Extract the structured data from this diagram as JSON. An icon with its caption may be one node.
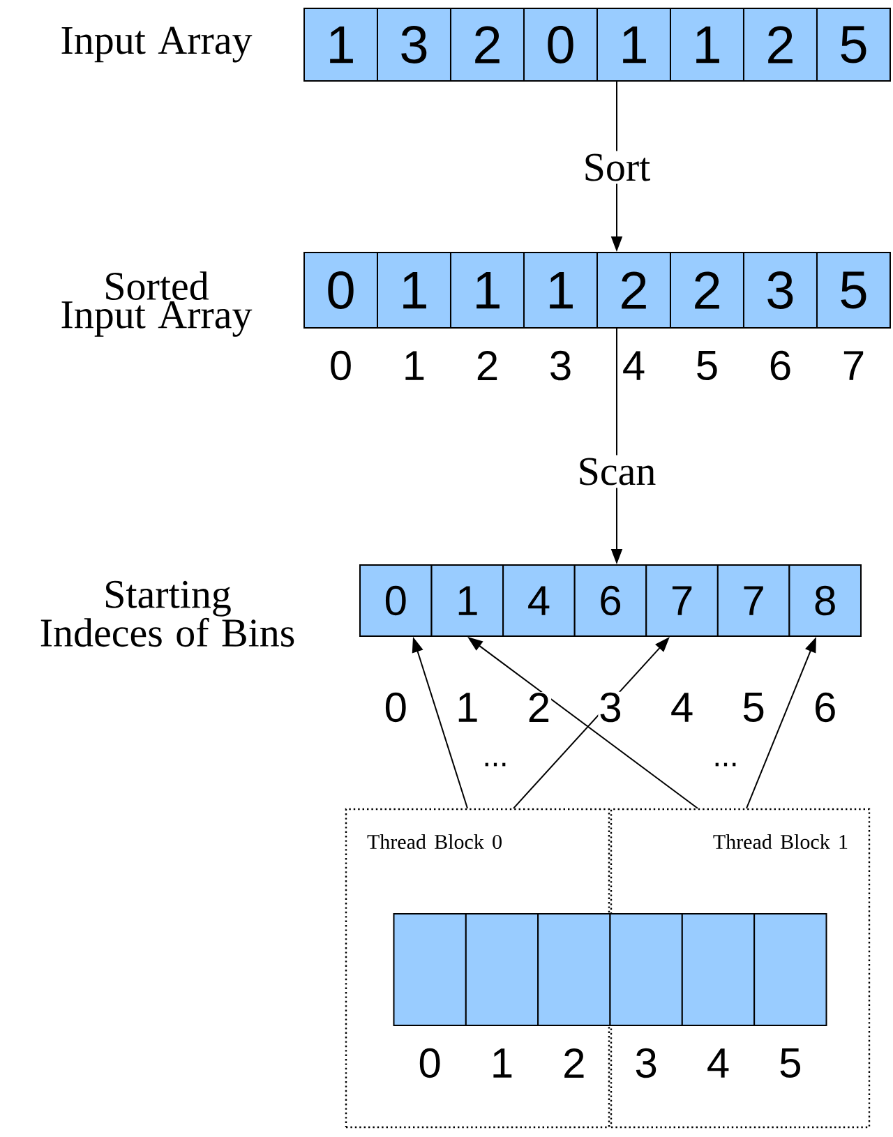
{
  "diagram": {
    "nodes": [
      {
        "text": [
          "1"
        ]
      },
      {
        "text": [
          "3"
        ]
      },
      {
        "text": [
          "2"
        ]
      },
      {
        "text": [
          "0"
        ]
      },
      {
        "text": [
          "1"
        ]
      },
      {
        "text": [
          "1"
        ]
      },
      {
        "text": [
          "2"
        ]
      },
      {
        "text": [
          "5"
        ]
      },
      {
        "text": [
          "0"
        ],
        "beside": [
          "0"
        ]
      },
      {
        "text": [
          "1"
        ],
        "beside": [
          "1"
        ]
      },
      {
        "text": [
          "1"
        ],
        "beside": [
          "2"
        ]
      },
      {
        "text": [
          "1"
        ],
        "beside": [
          "3"
        ]
      },
      {
        "text": [
          "2"
        ],
        "beside": [
          "4"
        ]
      },
      {
        "text": [
          "2"
        ],
        "beside": [
          "5"
        ]
      },
      {
        "text": [
          "3"
        ],
        "beside": [
          "6"
        ]
      },
      {
        "text": [
          "5"
        ],
        "beside": [
          "7"
        ]
      },
      {
        "text": [
          "0"
        ],
        "beside": [
          "0"
        ]
      },
      {
        "text": [
          "1"
        ],
        "beside": [
          "1"
        ]
      },
      {
        "text": [
          "4"
        ],
        "beside": [
          "2"
        ]
      },
      {
        "text": [
          "6"
        ],
        "beside": [
          "3"
        ]
      },
      {
        "text": [
          "7"
        ],
        "beside": [
          "4"
        ]
      },
      {
        "text": [
          "7"
        ],
        "beside": [
          "5"
        ]
      },
      {
        "text": [
          "8"
        ],
        "beside": [
          "6"
        ]
      },
      {
        "text": [
          "Thread Block 0"
        ]
      },
      {
        "text": [
          "Thread Block 1"
        ]
      },
      {
        "text": [],
        "shape": "box",
        "in": 23,
        "beside": [
          "0"
        ]
      },
      {
        "text": [],
        "shape": "box",
        "in": 23,
        "beside": [
          "1"
        ]
      },
      {
        "text": [],
        "shape": "box",
        "in": 23,
        "beside": [
          "2"
        ]
      },
      {
        "text": [],
        "shape": "box",
        "in": 24,
        "beside": [
          "3"
        ]
      },
      {
        "text": [],
        "shape": "box",
        "in": 24,
        "beside": [
          "4"
        ]
      },
      {
        "text": [],
        "shape": "box",
        "in": 24,
        "beside": [
          "5"
        ]
      }
    ],
    "edges": [
      {
        "from": 4,
        "to": 12,
        "arrow": "to",
        "label": "Sort"
      },
      {
        "from": 12,
        "to": 19,
        "arrow": "to",
        "label": "Scan"
      },
      {
        "from": 23,
        "to": 16,
        "arrow": "to"
      },
      {
        "from": 23,
        "to": 20,
        "arrow": "to"
      },
      {
        "from": 24,
        "to": 17,
        "arrow": "to"
      },
      {
        "from": 24,
        "to": 22,
        "arrow": "to"
      }
    ],
    "labels": [
      "Input Array",
      "Sorted Input Array",
      "Starting Indeces of Bins",
      "...",
      "..."
    ]
  }
}
